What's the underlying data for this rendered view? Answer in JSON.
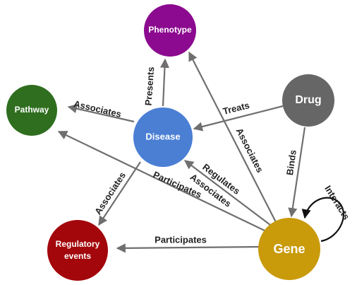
{
  "nodes": {
    "phenotype": {
      "label": "Phenotype",
      "color": "#8b0a8f"
    },
    "pathway": {
      "label": "Pathway",
      "color": "#2f6e1f"
    },
    "disease": {
      "label": "Disease",
      "color": "#4a7fd4"
    },
    "drug": {
      "label": "Drug",
      "color": "#666666"
    },
    "regulatory": {
      "label_line1": "Regulatory",
      "label_line2": "events",
      "color": "#a3070b"
    },
    "gene": {
      "label": "Gene",
      "color": "#c99a0a"
    }
  },
  "edges": {
    "presents": "Presents",
    "associates_disease_pathway": "Associates",
    "treats": "Treats",
    "associates_gene_phenotype": "Associates",
    "binds": "Binds",
    "interacts": "Interacts",
    "regulates": "Regulates",
    "associates_gene_disease": "Associates",
    "participates_gene_pathway": "Participates",
    "associates_disease_regulatory": "Associates",
    "participates_gene_regulatory": "Participates"
  },
  "colors": {
    "edge": "#6f6f6f"
  }
}
